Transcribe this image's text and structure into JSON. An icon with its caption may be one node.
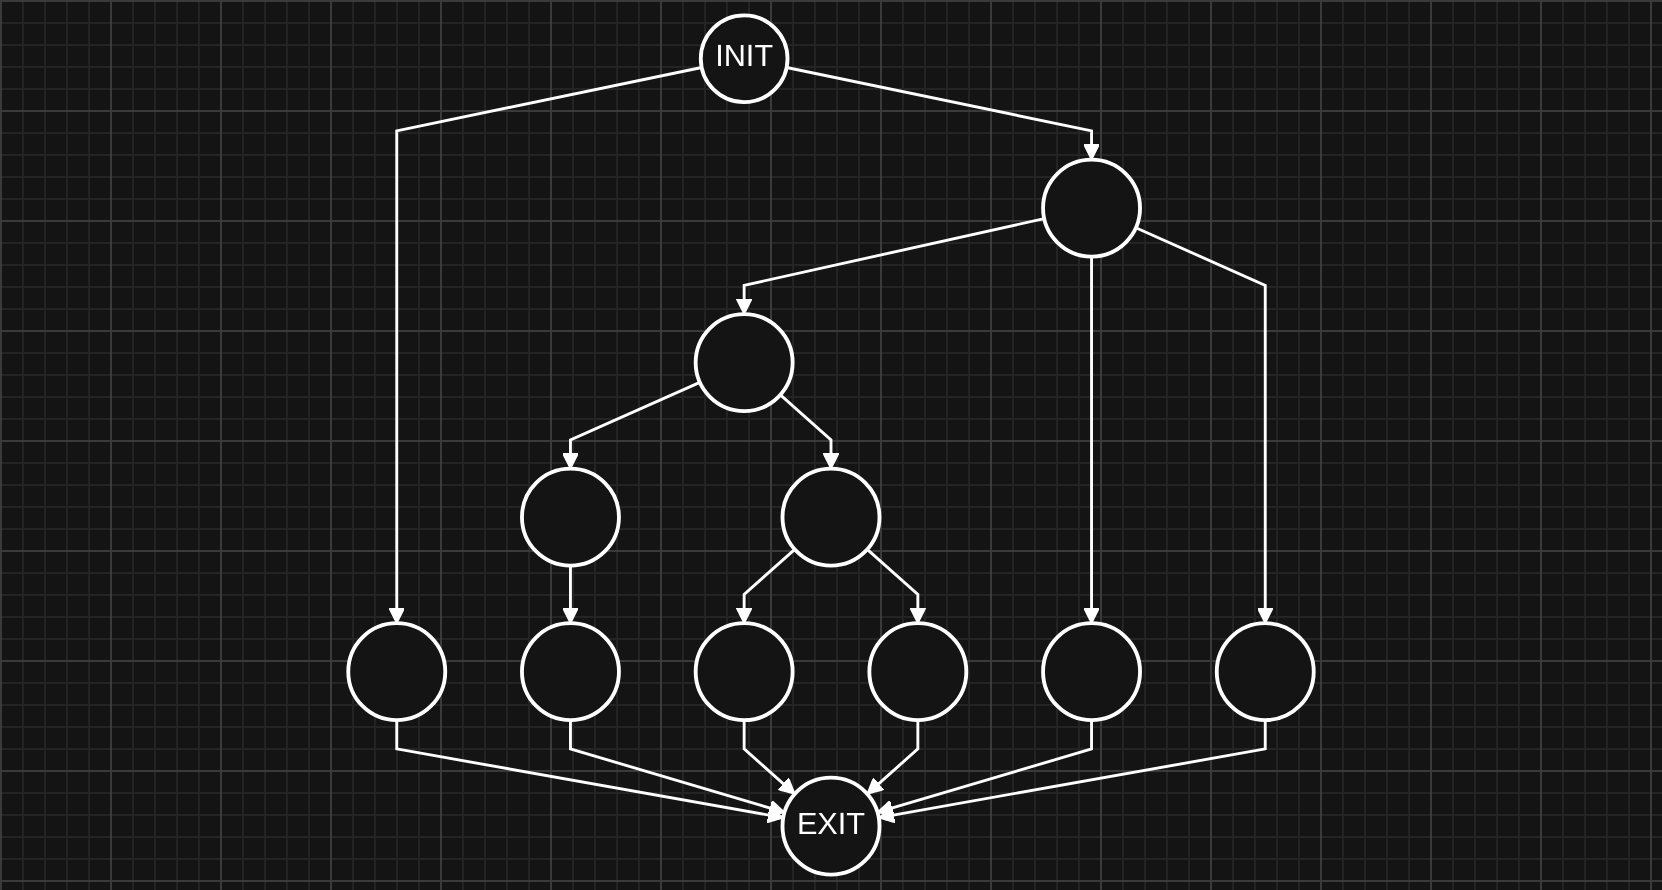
{
  "diagram": {
    "nodes": [
      {
        "text": [
          "INIT"
        ]
      },
      {
        "text": [],
        "shape": "circle"
      },
      {
        "text": [],
        "shape": "circle"
      },
      {
        "text": [],
        "shape": "circle"
      },
      {
        "text": [],
        "shape": "circle"
      },
      {
        "text": [],
        "shape": "circle"
      },
      {
        "text": [],
        "shape": "circle"
      },
      {
        "text": [],
        "shape": "circle"
      },
      {
        "text": [],
        "shape": "circle"
      },
      {
        "text": [],
        "shape": "circle"
      },
      {
        "text": [],
        "shape": "circle"
      },
      {
        "text": [
          "EXIT"
        ]
      }
    ],
    "edges": [
      {
        "from": 0,
        "to": 1,
        "arrow": "to"
      },
      {
        "from": 0,
        "to": 3,
        "arrow": "to"
      },
      {
        "from": 1,
        "to": 2,
        "arrow": "to"
      },
      {
        "from": 1,
        "to": 9,
        "arrow": "to"
      },
      {
        "from": 1,
        "to": 10,
        "arrow": "to"
      },
      {
        "from": 2,
        "to": 4,
        "arrow": "to"
      },
      {
        "from": 2,
        "to": 5,
        "arrow": "to"
      },
      {
        "from": 4,
        "to": 6,
        "arrow": "to"
      },
      {
        "from": 4,
        "to": 7,
        "arrow": "to"
      },
      {
        "from": 5,
        "to": 8,
        "arrow": "to"
      },
      {
        "from": 3,
        "to": 11,
        "arrow": "to"
      },
      {
        "from": 8,
        "to": 11,
        "arrow": "to"
      },
      {
        "from": 7,
        "to": 11,
        "arrow": "to"
      },
      {
        "from": 6,
        "to": 11,
        "arrow": "to"
      },
      {
        "from": 9,
        "to": 11,
        "arrow": "to"
      },
      {
        "from": 10,
        "to": 11,
        "arrow": "to"
      }
    ]
  }
}
